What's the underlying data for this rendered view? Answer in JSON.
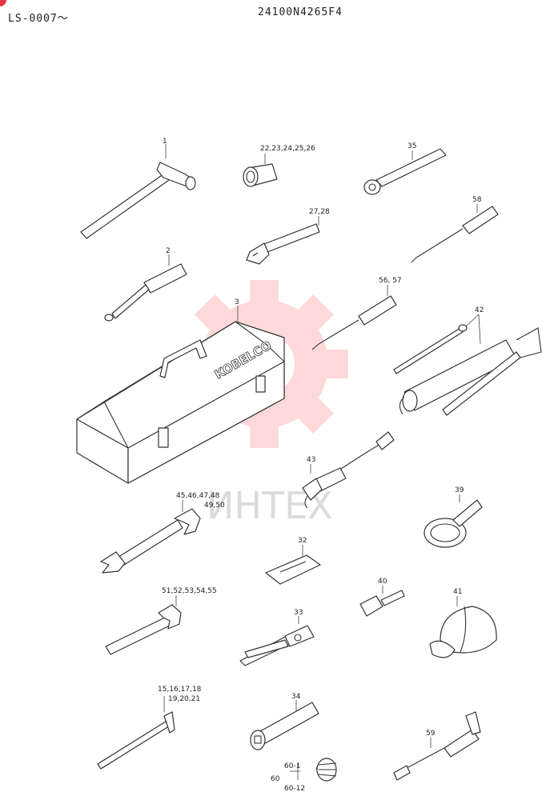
{
  "header": {
    "serial_range": "LS-0007～",
    "part_number": "24100N4265F4"
  },
  "box_brand": "KOBELCO",
  "watermark": {
    "text": "ИНТЕХ",
    "gear_color": "#ff6b6b"
  },
  "labels": {
    "p1": "1",
    "p2": "2",
    "p3": "3",
    "p22": "22,23,24,25,26",
    "p27": "27,28",
    "p35": "35",
    "p58": "58",
    "p56": "56, 57",
    "p42": "42",
    "p43": "43",
    "p45a": "45,46,47,48",
    "p45b": "49,50",
    "p39": "39",
    "p32": "32",
    "p51": "51,52,53,54,55",
    "p40": "40",
    "p41": "41",
    "p33": "33",
    "p15a": "15,16,17,18",
    "p15b": "19,20,21",
    "p34": "34",
    "p59": "59",
    "p60": "60",
    "p60_1": "60-1",
    "p60_12": "60-12"
  }
}
